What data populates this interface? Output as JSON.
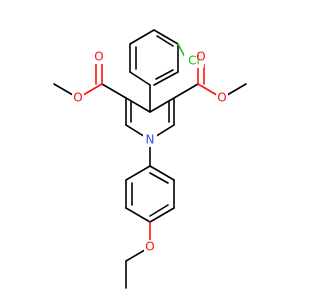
{
  "atoms": {
    "cl": {
      "text": "Cl",
      "color": "#1fbf1f"
    },
    "n": {
      "text": "N",
      "color": "#3050f8"
    },
    "o_left_carbonyl": {
      "text": "O",
      "color": "#ff0d0d"
    },
    "o_left_ester": {
      "text": "O",
      "color": "#ff0d0d"
    },
    "o_right_carbonyl": {
      "text": "O",
      "color": "#ff0d0d"
    },
    "o_right_ester": {
      "text": "O",
      "color": "#ff0d0d"
    },
    "o_ether": {
      "text": "O",
      "color": "#ff0d0d"
    }
  }
}
